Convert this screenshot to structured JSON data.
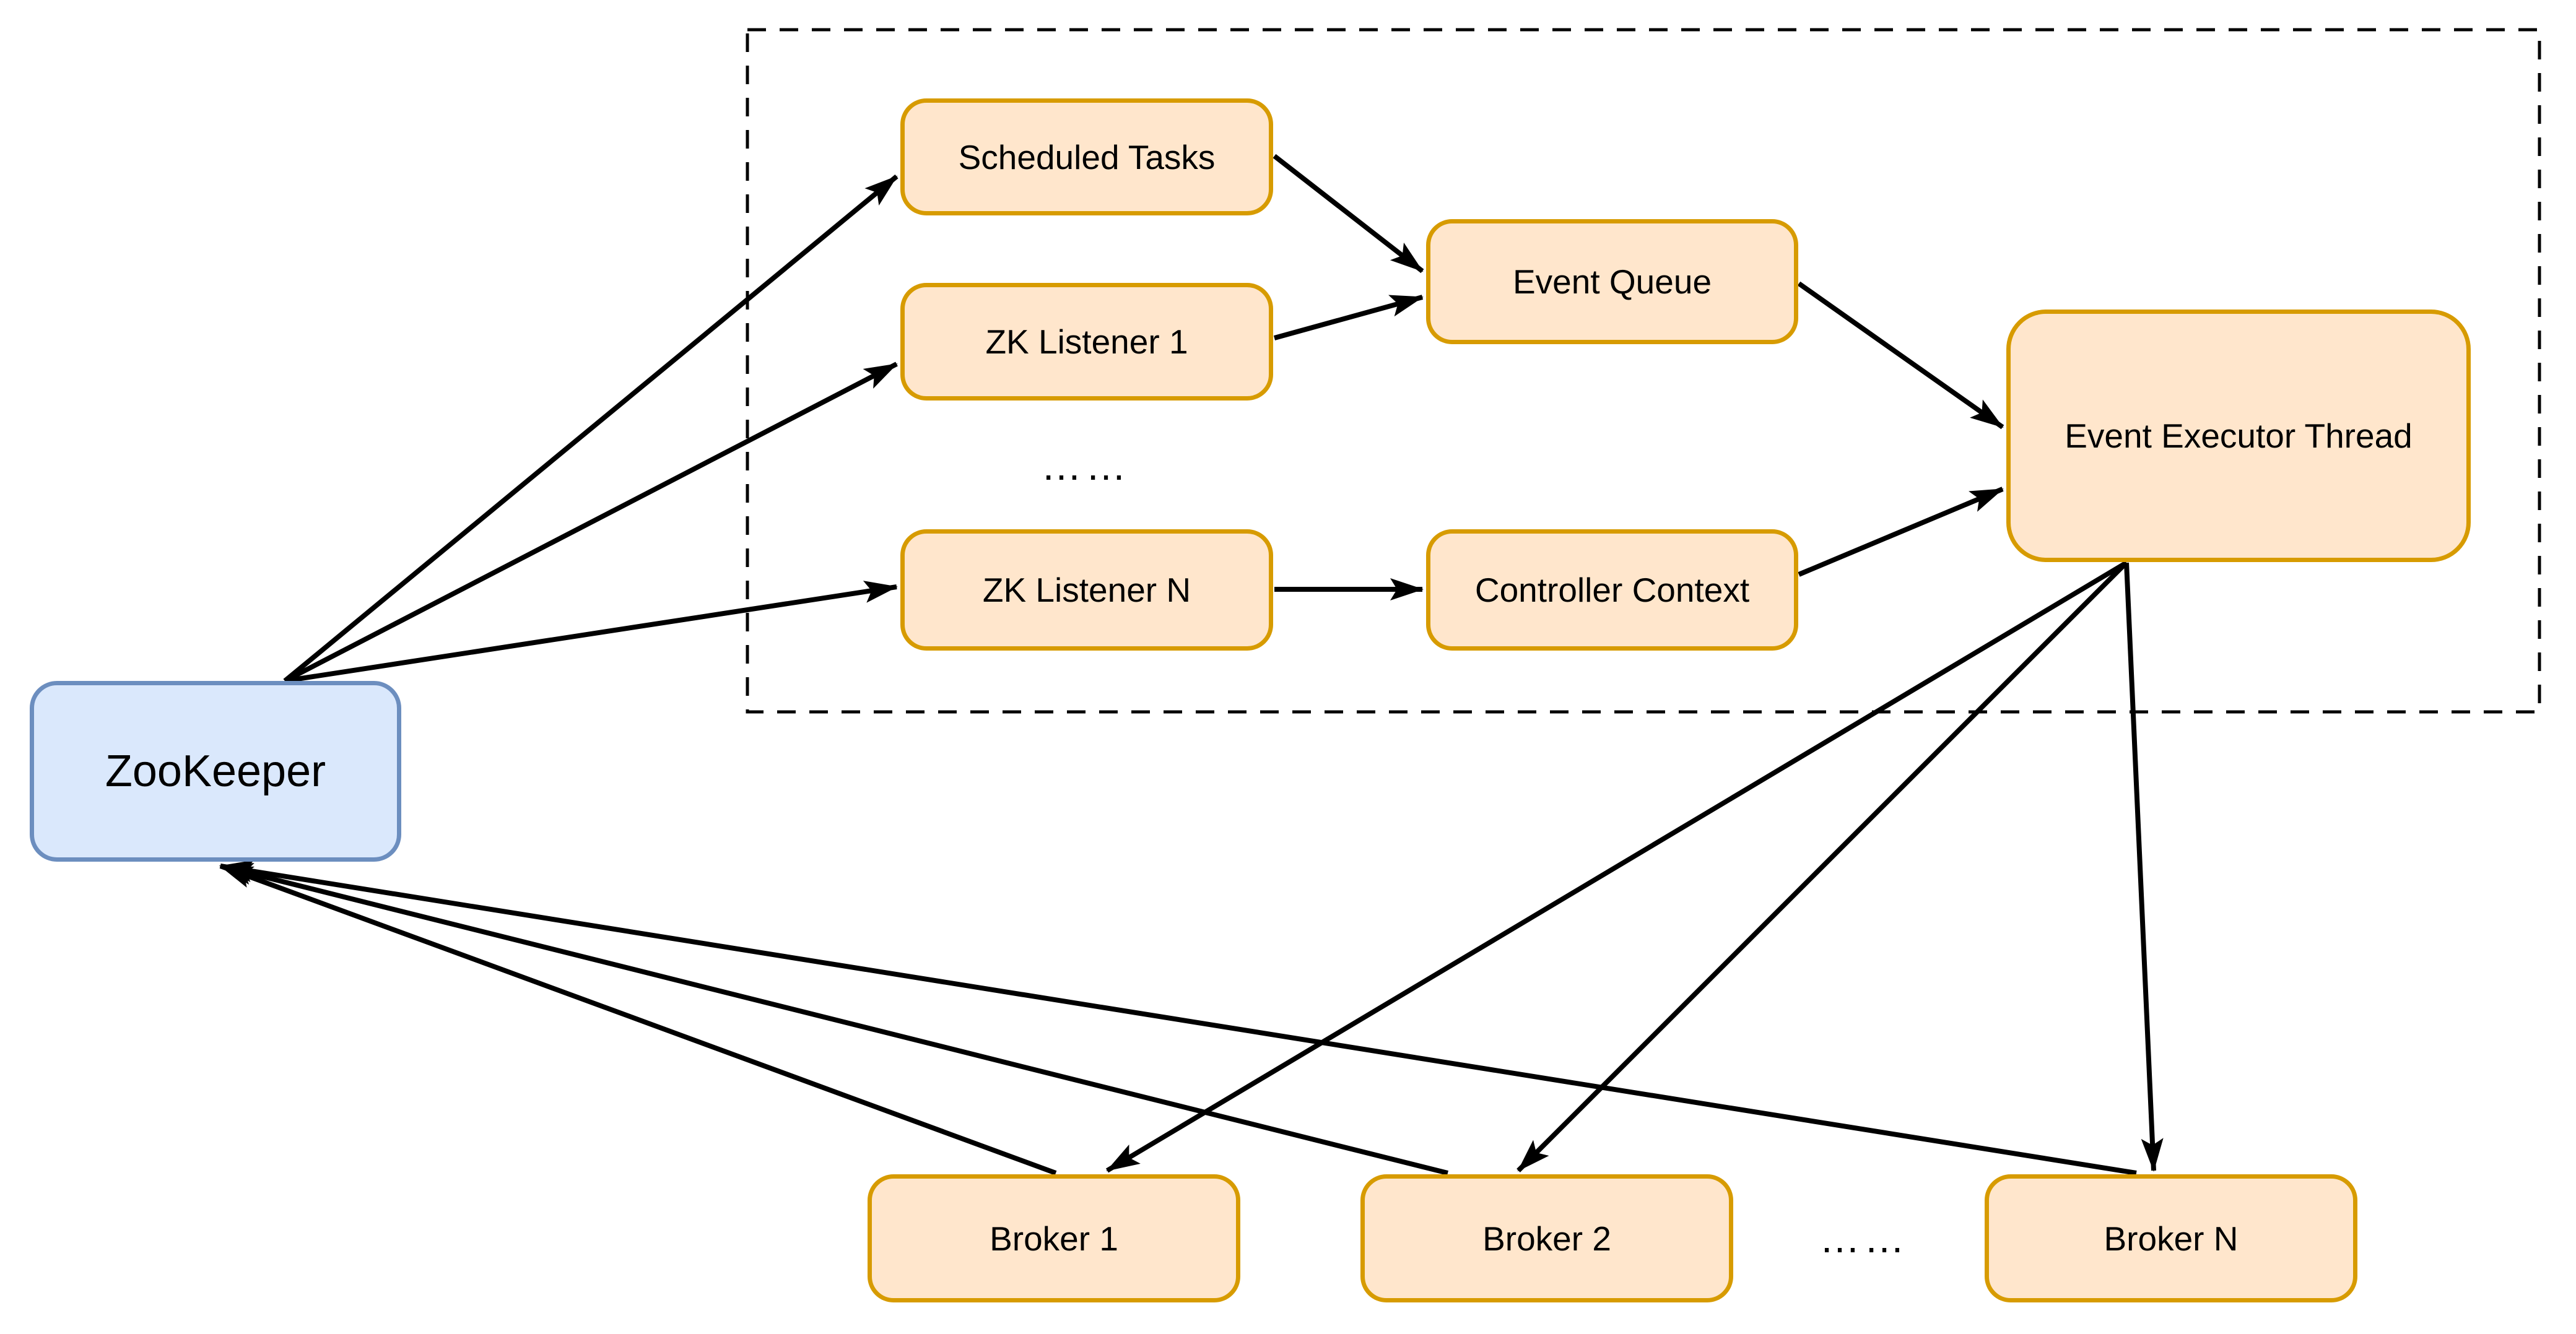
{
  "diagram": {
    "title_hint": "Kafka controller event-processing architecture",
    "zookeeper": {
      "label": "ZooKeeper"
    },
    "controller_group": {
      "scheduled_tasks": "Scheduled Tasks",
      "zk_listener_1": "ZK Listener 1",
      "listener_ellipsis": "……",
      "zk_listener_n": "ZK Listener N",
      "event_queue": "Event Queue",
      "controller_context": "Controller Context",
      "event_executor_thread": "Event Executor Thread"
    },
    "brokers": {
      "broker_1": "Broker 1",
      "broker_2": "Broker 2",
      "broker_ellipsis": "……",
      "broker_n": "Broker N"
    },
    "colors": {
      "node_fill_orange": "#ffe6cc",
      "node_border_orange": "#d79b00",
      "node_fill_blue": "#dae8fc",
      "node_border_blue": "#6c8ebf",
      "arrow": "#000000",
      "canvas_bg": "#ffffff"
    }
  }
}
